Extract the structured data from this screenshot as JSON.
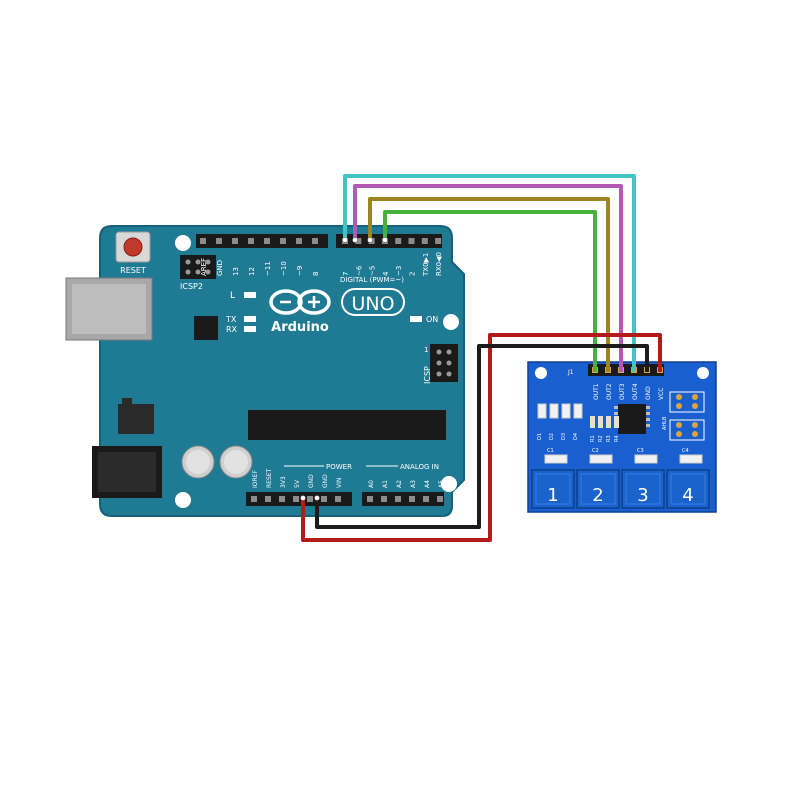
{
  "arduino": {
    "reset_label": "RESET",
    "icsp2_label": "ICSP2",
    "icsp_label": "ICSP",
    "icsp_pin1": "1",
    "led_l": "L",
    "led_tx": "TX",
    "led_rx": "RX",
    "led_on": "ON",
    "logo_uno": "UNO",
    "logo_brand": "Arduino",
    "digital_header_label": "DIGITAL (PWM=~)",
    "digital_pins": [
      "AREF",
      "GND",
      "13",
      "12",
      "~11",
      "~10",
      "~9",
      "8",
      "7",
      "~6",
      "~5",
      "4",
      "~3",
      "2",
      "TX0▶1",
      "RX0◀0"
    ],
    "power_header_label": "POWER",
    "power_pins": [
      "IOREF",
      "RESET",
      "3V3",
      "5V",
      "GND",
      "GND",
      "VIN"
    ],
    "analog_header_label": "ANALOG IN",
    "analog_pins": [
      "A0",
      "A1",
      "A2",
      "A3",
      "A4",
      "A5"
    ]
  },
  "touch_module": {
    "header_pins": [
      "OUT1",
      "OUT2",
      "OUT3",
      "OUT4",
      "GND",
      "VCC"
    ],
    "j1_label": "J1",
    "pads": [
      "1",
      "2",
      "3",
      "4"
    ],
    "led_labels": [
      "D1",
      "D2",
      "D3",
      "D4"
    ],
    "res_labels": [
      "R1",
      "R2",
      "R3",
      "R4"
    ],
    "cap_labels": [
      "C1",
      "C2",
      "C3",
      "C4"
    ],
    "misc_label": "AHLB"
  },
  "wires": [
    {
      "from": "D7",
      "to": "OUT4",
      "color": "#41c4c4"
    },
    {
      "from": "D6",
      "to": "OUT3",
      "color": "#b259b8"
    },
    {
      "from": "D5",
      "to": "OUT2",
      "color": "#9c8420"
    },
    {
      "from": "D4",
      "to": "OUT1",
      "color": "#45b23a"
    },
    {
      "from": "5V",
      "to": "VCC",
      "color": "#b31b1b"
    },
    {
      "from": "GND",
      "to": "GND",
      "color": "#1b1b1b"
    }
  ],
  "colors": {
    "board_blue": "#1f7a93",
    "module_blue": "#1a5fcf",
    "pad_blue": "#1a63cc"
  }
}
